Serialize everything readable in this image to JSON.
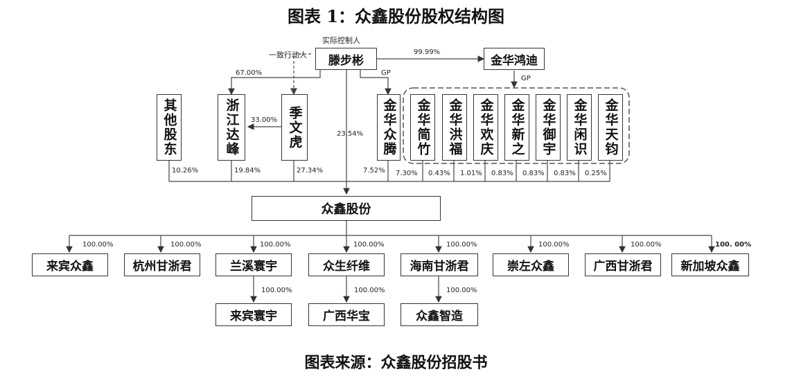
{
  "header": {
    "title": "图表 1：众鑫股份股权结构图"
  },
  "footer": {
    "source": "图表来源：众鑫股份招股书"
  },
  "top": {
    "controller_label": "实际控制人",
    "concert_label": "一致行动人",
    "controller": "滕步彬",
    "jhhd": "金华鸿迪",
    "pct_jhhd": "99.99%",
    "gp1": "GP",
    "gp2": "GP"
  },
  "shareholders": {
    "others": "其他股东",
    "zjdf": "浙江达峰",
    "jwh": "季文虎",
    "jhzt": "金华众腾",
    "jhjz": "金华简竹",
    "jhhf": "金华洪福",
    "jhhq": "金华欢庆",
    "jhxz": "金华新之",
    "jhyy": "金华御宇",
    "jhxs": "金华闲识",
    "jhtj": "金华天钧"
  },
  "pcts": {
    "p_zjdf_ctrl": "67.00%",
    "p_jwh_zjdf": "33.00%",
    "p_ctrl_direct": "23.54%",
    "p_others": "10.26%",
    "p_zjdf": "19.84%",
    "p_jwh": "27.34%",
    "p_jhzt": "7.52%",
    "p_jhjz": "7.30%",
    "p_jhhf": "0.43%",
    "p_jhhq": "1.01%",
    "p_jhxz": "0.83%",
    "p_jhyy": "0.83%",
    "p_jhxs": "0.83%",
    "p_jhtj": "0.25%"
  },
  "company": "众鑫股份",
  "subs": {
    "s1": "来宾众鑫",
    "s2": "杭州甘浙君",
    "s3": "兰溪寰宇",
    "s4": "众生纤维",
    "s5": "海南甘浙君",
    "s6": "崇左众鑫",
    "s7": "广西甘浙君",
    "s8": "新加坡众鑫",
    "p1": "100.00%",
    "p2": "100.00%",
    "p3": "100.00%",
    "p4": "100.00%",
    "p5": "100.00%",
    "p6": "100.00%",
    "p7": "100.00%",
    "p8": "100. 00%"
  },
  "subsubs": {
    "ss1": "来宾寰宇",
    "ss2": "广西华宝",
    "ss3": "众鑫智造",
    "pp1": "100.00%",
    "pp2": "100.00%",
    "pp3": "100.00%"
  }
}
